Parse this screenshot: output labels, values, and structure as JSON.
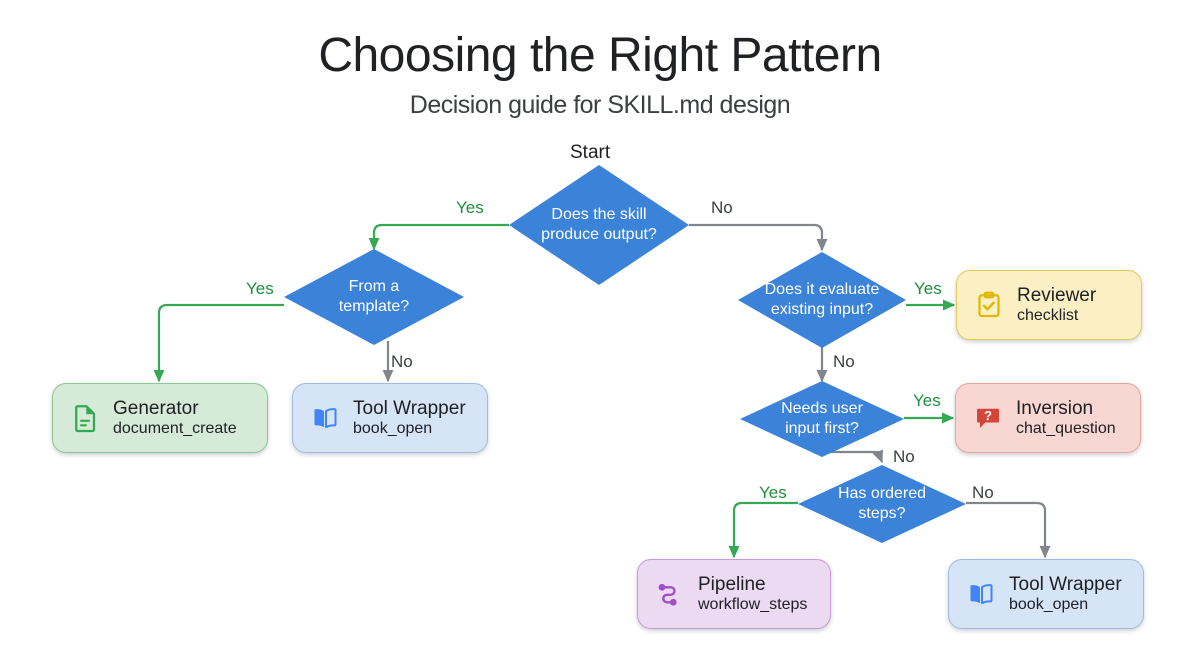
{
  "header": {
    "title": "Choosing the Right Pattern",
    "subtitle": "Decision guide for SKILL.md design"
  },
  "diagram": {
    "type": "flowchart",
    "start_label": "Start",
    "decisions": [
      {
        "id": "produce-output",
        "text": "Does the skill\nproduce output?"
      },
      {
        "id": "from-template",
        "text": "From a\ntemplate?"
      },
      {
        "id": "evaluate-input",
        "text": "Does it evaluate\nexisting input?"
      },
      {
        "id": "needs-user-input",
        "text": "Needs user\ninput first?"
      },
      {
        "id": "ordered-steps",
        "text": "Has ordered\nsteps?"
      }
    ],
    "outcomes": [
      {
        "id": "generator",
        "title": "Generator",
        "sub": "document_create",
        "icon": "document-icon",
        "color": "#34a853",
        "fill": "#d6ead8"
      },
      {
        "id": "tool-wrapper-left",
        "title": "Tool Wrapper",
        "sub": "book_open",
        "icon": "book-open-icon",
        "color": "#4285f4",
        "fill": "#d6e4f7"
      },
      {
        "id": "reviewer",
        "title": "Reviewer",
        "sub": "checklist",
        "icon": "clipboard-check-icon",
        "color": "#e3b704",
        "fill": "#fbf0c4"
      },
      {
        "id": "inversion",
        "title": "Inversion",
        "sub": "chat_question",
        "icon": "chat-question-icon",
        "color": "#d4453a",
        "fill": "#f8d6d2"
      },
      {
        "id": "pipeline",
        "title": "Pipeline",
        "sub": "workflow_steps",
        "icon": "workflow-icon",
        "color": "#a14fc4",
        "fill": "#ecd9f2"
      },
      {
        "id": "tool-wrapper-right",
        "title": "Tool Wrapper",
        "sub": "book_open",
        "icon": "book-open-icon",
        "color": "#4285f4",
        "fill": "#d6e4f7"
      }
    ],
    "edges": [
      {
        "from": "produce-output",
        "to": "from-template",
        "label": "Yes",
        "branch": "yes"
      },
      {
        "from": "produce-output",
        "to": "evaluate-input",
        "label": "No",
        "branch": "no"
      },
      {
        "from": "from-template",
        "to": "generator",
        "label": "Yes",
        "branch": "yes"
      },
      {
        "from": "from-template",
        "to": "tool-wrapper-left",
        "label": "No",
        "branch": "no"
      },
      {
        "from": "evaluate-input",
        "to": "reviewer",
        "label": "Yes",
        "branch": "yes"
      },
      {
        "from": "evaluate-input",
        "to": "needs-user-input",
        "label": "No",
        "branch": "no"
      },
      {
        "from": "needs-user-input",
        "to": "inversion",
        "label": "Yes",
        "branch": "yes"
      },
      {
        "from": "needs-user-input",
        "to": "ordered-steps",
        "label": "No",
        "branch": "no"
      },
      {
        "from": "ordered-steps",
        "to": "pipeline",
        "label": "Yes",
        "branch": "yes"
      },
      {
        "from": "ordered-steps",
        "to": "tool-wrapper-right",
        "label": "No",
        "branch": "no"
      }
    ],
    "colors": {
      "decision_fill": "#3b82d9",
      "decision_text": "#ffffff",
      "edge_yes": "#34a853",
      "edge_no": "#80868b",
      "background": "#ffffff"
    }
  }
}
